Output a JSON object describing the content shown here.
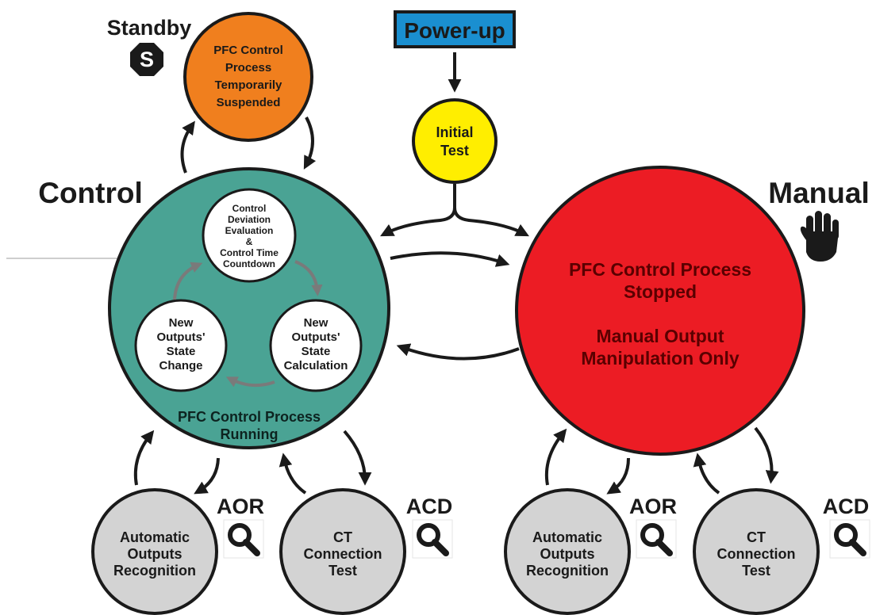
{
  "power_up": "Power-up",
  "initial_test": [
    "Initial",
    "Test"
  ],
  "standby": {
    "label": "Standby",
    "icon_letter": "S",
    "circle_lines": [
      "PFC Control",
      "Process",
      "Temporarily",
      "Suspended"
    ]
  },
  "control": {
    "label": "Control",
    "status_lines": [
      "PFC Control Process",
      "Running"
    ],
    "cycle": {
      "evaluation": [
        "Control",
        "Deviation",
        "Evaluation",
        "&",
        "Control Time",
        "Countdown"
      ],
      "calculation": [
        "New",
        "Outputs'",
        "State",
        "Calculation"
      ],
      "change": [
        "New",
        "Outputs'",
        "State",
        "Change"
      ]
    }
  },
  "manual": {
    "label": "Manual",
    "icon": "hand-icon",
    "status_lines": [
      "PFC Control Process",
      "Stopped",
      "",
      "Manual Output",
      "Manipulation Only"
    ]
  },
  "subprocesses": [
    {
      "tag": "AOR",
      "lines": [
        "Automatic",
        "Outputs",
        "Recognition"
      ]
    },
    {
      "tag": "ACD",
      "lines": [
        "CT",
        "Connection",
        "Test"
      ]
    },
    {
      "tag": "AOR",
      "lines": [
        "Automatic",
        "Outputs",
        "Recognition"
      ]
    },
    {
      "tag": "ACD",
      "lines": [
        "CT",
        "Connection",
        "Test"
      ]
    }
  ],
  "colors": {
    "standby": "#f07f1e",
    "initial_test": "#ffee00",
    "control": "#4aa394",
    "manual": "#ec1c24",
    "power_up": "#1a8fd0",
    "subprocess": "#d3d3d3"
  }
}
